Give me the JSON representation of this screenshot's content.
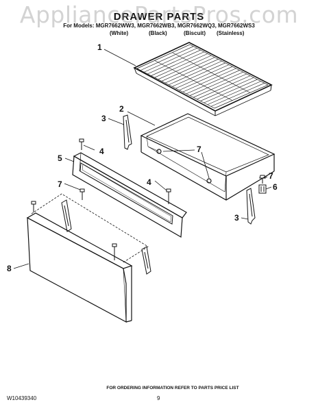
{
  "watermark": "AppliancePartsPros.com",
  "header": {
    "title": "DRAWER PARTS",
    "models_line": "For Models: MGR7662WW3, MGR7662WB3, MGR7662WQ3, MGR7662WS3",
    "colors": [
      "(White)",
      "(Black)",
      "(Biscuit)",
      "(Stainless)"
    ]
  },
  "callouts": {
    "c1": "1",
    "c2": "2",
    "c3a": "3",
    "c3b": "3",
    "c4a": "4",
    "c4b": "4",
    "c5": "5",
    "c6": "6",
    "c7a": "7",
    "c7b": "7",
    "c7c": "7",
    "c8": "8"
  },
  "footer": {
    "doc_number": "W10439340",
    "ordering_info": "FOR ORDERING INFORMATION REFER TO PARTS PRICE LIST",
    "page": "9"
  }
}
